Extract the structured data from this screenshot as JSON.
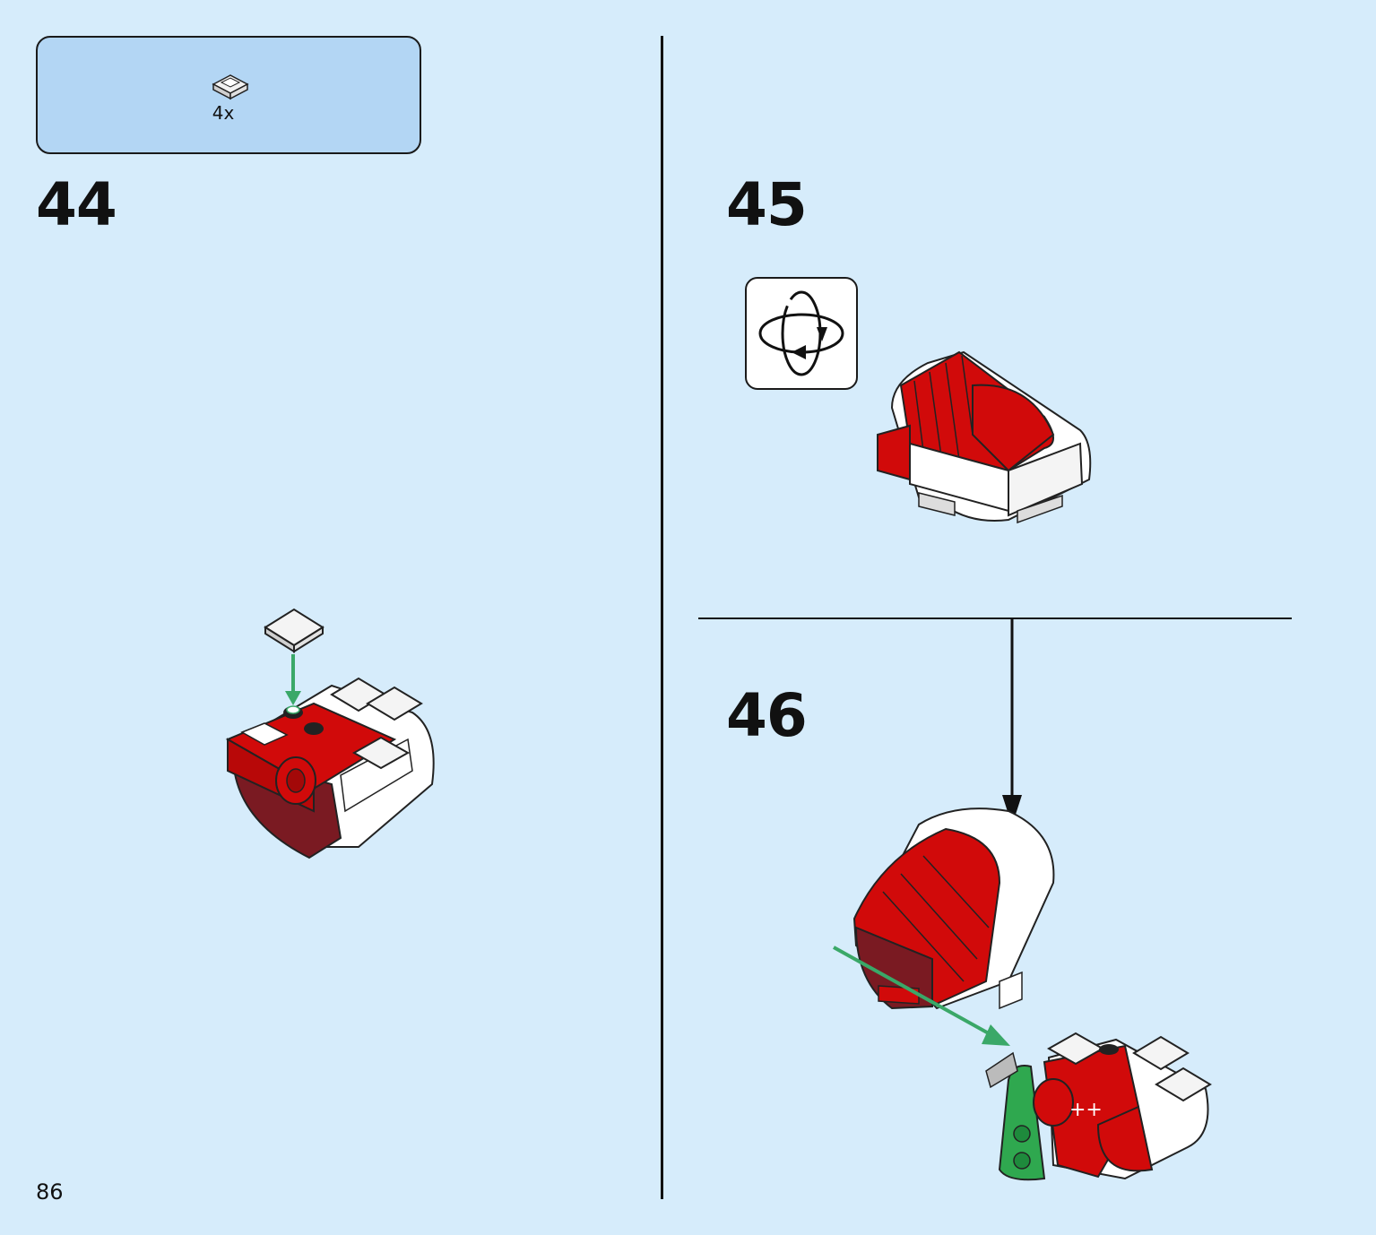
{
  "parts_callout": {
    "quantity": "4x",
    "part_icon": "white-slope-tile-icon"
  },
  "steps": [
    {
      "number": "44"
    },
    {
      "number": "45",
      "icon": "rotate-model-icon"
    },
    {
      "number": "46"
    }
  ],
  "page_number": "86",
  "colors": {
    "background": "#d6ecfb",
    "callout": "#b3d6f4",
    "brick_red": "#d10a0a",
    "dark_red": "#7a1a22",
    "white": "#ffffff",
    "green_arrow": "#3aa868",
    "green_part": "#2fa84f"
  }
}
